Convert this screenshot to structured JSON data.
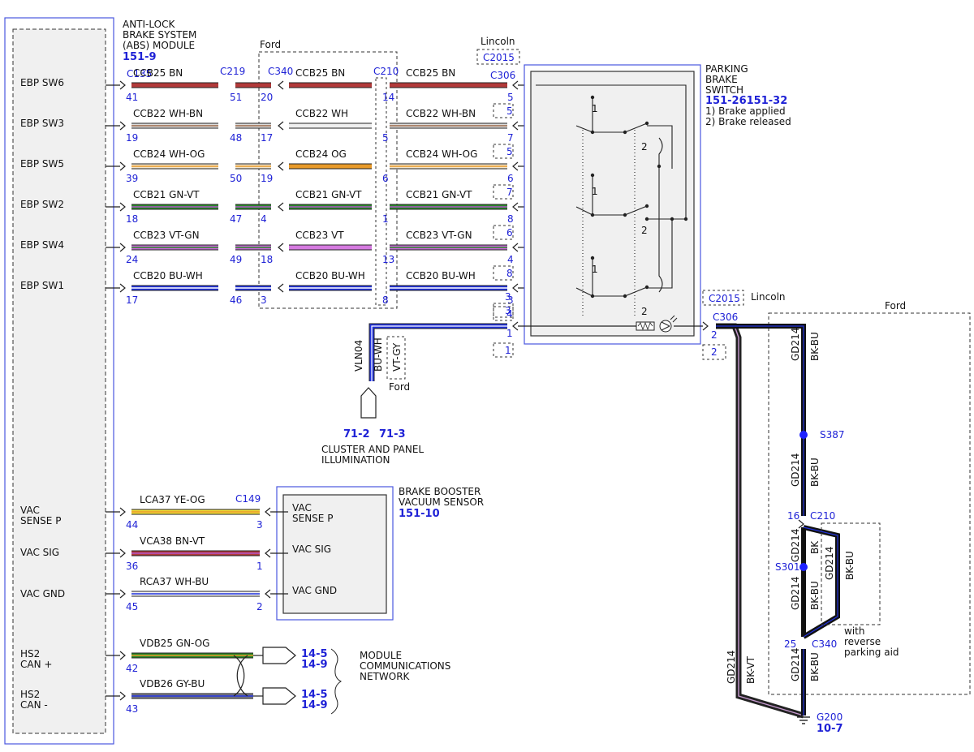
{
  "abs_module": {
    "title_lines": [
      "ANTI-LOCK",
      "BRAKE SYSTEM",
      "(ABS) MODULE"
    ],
    "ref": "151-9",
    "pins": [
      "EBP SW6",
      "EBP SW3",
      "EBP SW5",
      "EBP SW2",
      "EBP SW4",
      "EBP SW1"
    ],
    "vac_pins": [
      [
        "VAC",
        "SENSE P"
      ],
      [
        "VAC SIG"
      ],
      [
        "VAC GND"
      ]
    ],
    "can_pins": [
      [
        "HS2",
        "CAN +"
      ],
      [
        "HS2",
        "CAN -"
      ]
    ]
  },
  "connectors": {
    "c135": "C135",
    "c219": "C219",
    "c340": "C340",
    "c210": "C210",
    "c306": "C306",
    "c2015": "C2015",
    "c149": "C149",
    "c306b": "C306",
    "c2015b": "C2015",
    "c210g": "C210",
    "c340g": "C340"
  },
  "labels": {
    "ford_top": "Ford",
    "lincoln_top": "Lincoln",
    "lincoln_right": "Lincoln",
    "ford_right": "Ford",
    "ford_illum": "Ford"
  },
  "switch_circuits": [
    {
      "seg1": "CCB25  BN",
      "seg3": "CCB25  BN",
      "seg4": "CCB25  BN",
      "pins": [
        "41",
        "51",
        "20",
        "14",
        "5"
      ],
      "alt": "5",
      "color": "#b23a3a",
      "color2": "#b23a3a",
      "sw": "SW6"
    },
    {
      "seg1": "CCB22  WH-BN",
      "seg3": "CCB22  WH",
      "seg4": "CCB22  WH-BN",
      "pins": [
        "19",
        "48",
        "17",
        "5",
        "7"
      ],
      "alt": "5",
      "color": "#dddddd",
      "color2": "#9b6a4a",
      "sw": "SW3"
    },
    {
      "seg1": "CCB24  WH-OG",
      "seg3": "CCB24  OG",
      "seg4": "CCB24  WH-OG",
      "pins": [
        "39",
        "50",
        "19",
        "6",
        "6"
      ],
      "alt": "7",
      "color": "#f4e6cc",
      "color2": "#e89a2a",
      "sw": "SW5"
    },
    {
      "seg1": "CCB21  GN-VT",
      "seg3": "CCB21  GN-VT",
      "seg4": "CCB21  GN-VT",
      "pins": [
        "18",
        "47",
        "4",
        "1",
        "8"
      ],
      "alt": "6",
      "color": "#2a8a2a",
      "color2": "#b155c9",
      "sw": "SW2"
    },
    {
      "seg1": "CCB23  VT-GN",
      "seg3": "CCB23  VT",
      "seg4": "CCB23  VT-GN",
      "pins": [
        "24",
        "49",
        "18",
        "13",
        "4"
      ],
      "alt": "8",
      "color": "#c76ad6",
      "color2": "#2a8a2a",
      "sw": "SW4"
    },
    {
      "seg1": "CCB20  BU-WH",
      "seg3": "CCB20  BU-WH",
      "seg4": "CCB20  BU-WH",
      "pins": [
        "17",
        "46",
        "3",
        "8",
        "3"
      ],
      "alt": "4",
      "color": "#2233dd",
      "color2": "#ffffff",
      "sw": "SW1"
    }
  ],
  "illumination": {
    "pin1": "1",
    "alt1": "3",
    "alt1b": "3",
    "alt2": "1",
    "wire_lines": [
      "VLN04",
      "BU-WH",
      "VT-GY"
    ],
    "refs": [
      "71-2",
      "71-3"
    ],
    "caption_lines": [
      "CLUSTER AND PANEL",
      "ILLUMINATION"
    ]
  },
  "parking_switch": {
    "title_lines": [
      "PARKING",
      "BRAKE",
      "SWITCH"
    ],
    "ref": "151-26151-32",
    "notes": [
      "1) Brake applied",
      "2) Brake released"
    ],
    "position_labels": [
      "1",
      "2",
      "1",
      "2",
      "1",
      "2"
    ]
  },
  "booster": {
    "title_lines": [
      "BRAKE BOOSTER",
      "VACUUM SENSOR"
    ],
    "ref": "151-10",
    "pins": [
      [
        "VAC",
        "SENSE P"
      ],
      [
        "VAC SIG"
      ],
      [
        "VAC GND"
      ]
    ],
    "circuits": [
      {
        "label": "LCA37  YE-OG",
        "left_pin": "44",
        "right_pin": "3"
      },
      {
        "label": "VCA38  BN-VT",
        "left_pin": "36",
        "right_pin": "1"
      },
      {
        "label": "RCA37  WH-BU",
        "left_pin": "45",
        "right_pin": "2"
      }
    ]
  },
  "can": {
    "circuits": [
      {
        "label": "VDB25  GN-OG",
        "pin": "42",
        "refs": [
          "14-5",
          "14-9"
        ]
      },
      {
        "label": "VDB26  GY-BU",
        "pin": "43",
        "refs": [
          "14-5",
          "14-9"
        ]
      }
    ],
    "caption_lines": [
      "MODULE",
      "COMMUNICATIONS",
      "NETWORK"
    ]
  },
  "ground": {
    "pin2": "2",
    "pin2b": "2",
    "pin16": "16",
    "pin25": "25",
    "wire1": [
      "GD214",
      "BK-BU"
    ],
    "wire2": [
      "GD214",
      "BK-BU"
    ],
    "wire3": [
      "GD214",
      "BK"
    ],
    "wire4": [
      "GD214",
      "BK-BU"
    ],
    "wire5": [
      "GD214",
      "BK-BU"
    ],
    "wire6": [
      "GD214",
      "BK-BU"
    ],
    "wire_left": [
      "GD214",
      "BK-VT"
    ],
    "splices": [
      "S387",
      "S301"
    ],
    "ground_label": "G200",
    "ground_ref": "10-7",
    "option_lines": [
      "with",
      "reverse",
      "parking aid"
    ]
  }
}
